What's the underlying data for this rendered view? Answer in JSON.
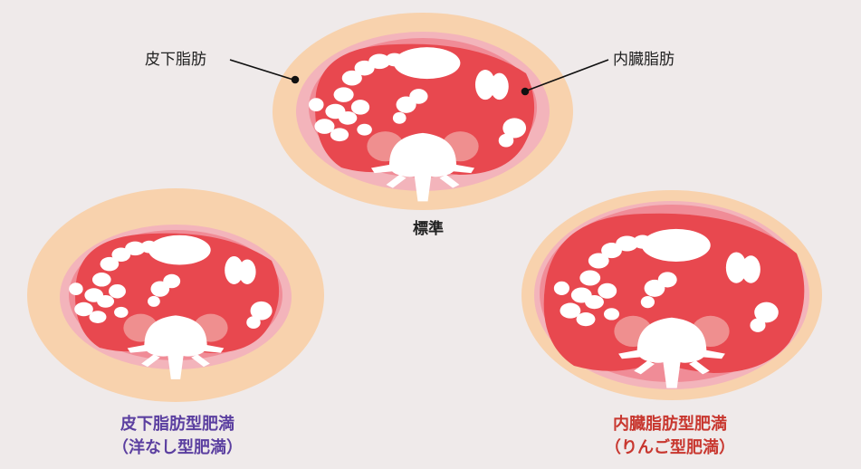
{
  "labels": {
    "subcutaneous_fat": "皮下脂肪",
    "visceral_fat": "内臓脂肪",
    "standard": "標準"
  },
  "captions": {
    "subcutaneous_type": {
      "line1": "皮下脂肪型肥満",
      "line2": "（洋なし型肥満）"
    },
    "visceral_type": {
      "line1": "内臓脂肪型肥満",
      "line2": "（りんご型肥満）"
    }
  },
  "colors": {
    "background": "#efeaea",
    "skin_outer": "#f8d2ad",
    "fat_layer": "#f3b4bb",
    "muscle_ring": "#f08c97",
    "organ_red": "#e8484f",
    "kidney": "#ef8f8f",
    "bone_white": "#ffffff",
    "caption_purple": "#5b3fa0",
    "caption_red": "#c8372f"
  }
}
